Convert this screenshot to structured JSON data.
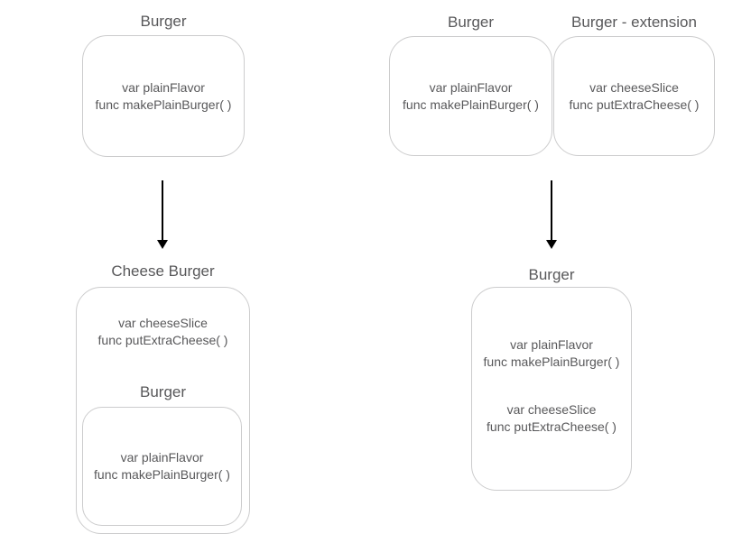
{
  "palette": {
    "background": "#ffffff",
    "box_border": "#cccccd",
    "text": "#58585a",
    "arrow": "#000000"
  },
  "left_flow": {
    "top": {
      "title": "Burger",
      "members": [
        "var plainFlavor",
        "func makePlainBurger( )"
      ]
    },
    "bottom": {
      "title": "Cheese Burger",
      "members": [
        "var cheeseSlice",
        "func putExtraCheese( )"
      ],
      "nested": {
        "title": "Burger",
        "members": [
          "var plainFlavor",
          "func makePlainBurger( )"
        ]
      }
    }
  },
  "right_flow": {
    "base_box": {
      "title": "Burger",
      "members": [
        "var plainFlavor",
        "func makePlainBurger( )"
      ]
    },
    "extension_box": {
      "title": "Burger - extension",
      "members": [
        "var cheeseSlice",
        "func putExtraCheese( )"
      ]
    },
    "result_box": {
      "title": "Burger",
      "member_groups": [
        [
          "var plainFlavor",
          "func makePlainBurger( )"
        ],
        [
          "var cheeseSlice",
          "func putExtraCheese( )"
        ]
      ]
    }
  }
}
